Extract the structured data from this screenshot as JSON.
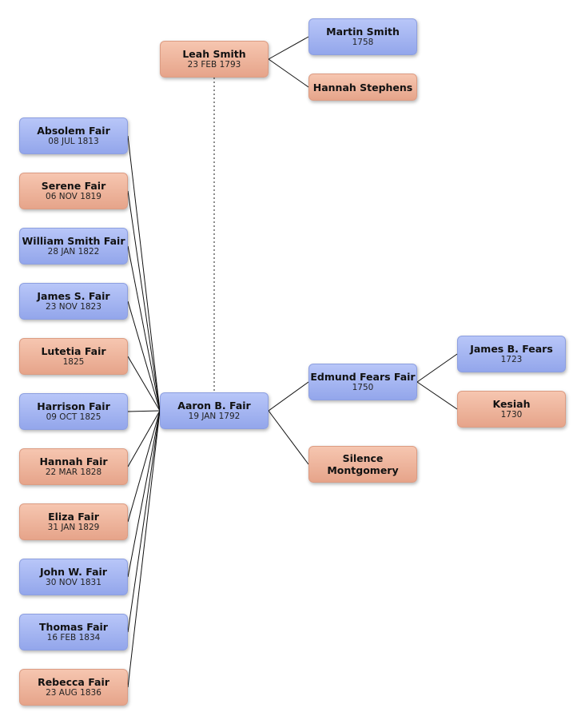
{
  "people": {
    "leah_smith": {
      "name": "Leah Smith",
      "date": "23 FEB 1793",
      "sex": "female"
    },
    "martin_smith": {
      "name": "Martin Smith",
      "date": "1758",
      "sex": "male"
    },
    "hannah_stephens": {
      "name": "Hannah Stephens",
      "date": "",
      "sex": "female"
    },
    "aaron_fair": {
      "name": "Aaron B. Fair",
      "date": "19 JAN 1792",
      "sex": "male"
    },
    "edmund_fair": {
      "name": "Edmund Fears Fair",
      "date": "1750",
      "sex": "male"
    },
    "silence_montgomery": {
      "name": "Silence Montgomery",
      "date": "",
      "sex": "female"
    },
    "james_fears": {
      "name": "James B. Fears",
      "date": "1723",
      "sex": "male"
    },
    "kesiah": {
      "name": "Kesiah",
      "date": "1730",
      "sex": "female"
    },
    "absolem_fair": {
      "name": "Absolem Fair",
      "date": "08 JUL 1813",
      "sex": "male"
    },
    "serene_fair": {
      "name": "Serene Fair",
      "date": "06 NOV 1819",
      "sex": "female"
    },
    "william_fair": {
      "name": "William Smith Fair",
      "date": "28 JAN 1822",
      "sex": "male"
    },
    "james_s_fair": {
      "name": "James S. Fair",
      "date": "23 NOV 1823",
      "sex": "male"
    },
    "lutetia_fair": {
      "name": "Lutetia Fair",
      "date": "1825",
      "sex": "female"
    },
    "harrison_fair": {
      "name": "Harrison Fair",
      "date": "09 OCT 1825",
      "sex": "male"
    },
    "hannah_fair": {
      "name": "Hannah Fair",
      "date": "22 MAR 1828",
      "sex": "female"
    },
    "eliza_fair": {
      "name": "Eliza Fair",
      "date": "31 JAN 1829",
      "sex": "female"
    },
    "john_fair": {
      "name": "John W. Fair",
      "date": "30 NOV 1831",
      "sex": "male"
    },
    "thomas_fair": {
      "name": "Thomas Fair",
      "date": "16 FEB 1834",
      "sex": "male"
    },
    "rebecca_fair": {
      "name": "Rebecca Fair",
      "date": "23 AUG 1836",
      "sex": "female"
    }
  },
  "relationships": {
    "spouse": [
      "aaron_fair",
      "leah_smith"
    ],
    "parents": {
      "leah_smith": [
        "martin_smith",
        "hannah_stephens"
      ],
      "aaron_fair": [
        "edmund_fair",
        "silence_montgomery"
      ],
      "edmund_fair": [
        "james_fears",
        "kesiah"
      ]
    },
    "children": [
      "absolem_fair",
      "serene_fair",
      "william_fair",
      "james_s_fair",
      "lutetia_fair",
      "harrison_fair",
      "hannah_fair",
      "eliza_fair",
      "john_fair",
      "thomas_fair",
      "rebecca_fair"
    ]
  },
  "colors": {
    "male": "#9dafef",
    "female": "#eeb49c",
    "line": "#111111",
    "spouse_line": "#666666"
  }
}
